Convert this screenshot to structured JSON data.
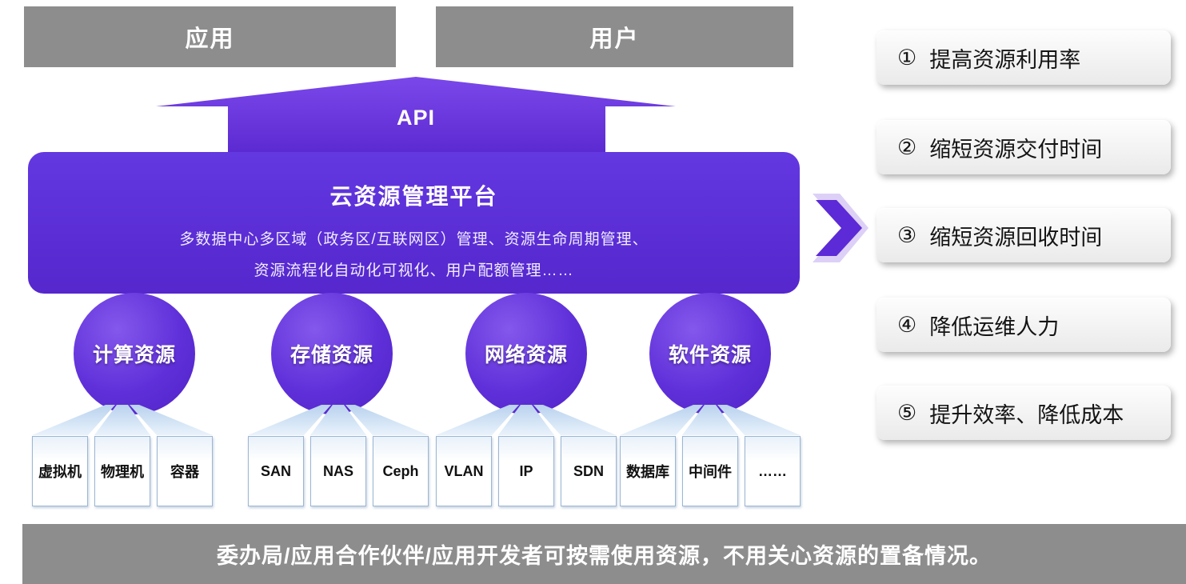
{
  "colors": {
    "purple": "#5b2bd5",
    "purple_light": "#7a4ae8",
    "gray": "#8d8d8d",
    "fan_blue": "#cfe0f2"
  },
  "top_boxes": [
    {
      "label": "应用"
    },
    {
      "label": "用户"
    }
  ],
  "api": {
    "label": "API"
  },
  "platform": {
    "title": "云资源管理平台",
    "desc_line1": "多数据中心多区域（政务区/互联网区）管理、资源生命周期管理、",
    "desc_line2": "资源流程化自动化可视化、用户配额管理……"
  },
  "resources": [
    {
      "name": "计算资源",
      "items": [
        "虚拟机",
        "物理机",
        "容器"
      ]
    },
    {
      "name": "存储资源",
      "items": [
        "SAN",
        "NAS",
        "Ceph"
      ]
    },
    {
      "name": "网络资源",
      "items": [
        "VLAN",
        "IP",
        "SDN"
      ]
    },
    {
      "name": "软件资源",
      "items": [
        "数据库",
        "中间件",
        "……"
      ]
    }
  ],
  "benefits": [
    {
      "num": "①",
      "text": "提高资源利用率"
    },
    {
      "num": "②",
      "text": "缩短资源交付时间"
    },
    {
      "num": "③",
      "text": "缩短资源回收时间"
    },
    {
      "num": "④",
      "text": "降低运维人力"
    },
    {
      "num": "⑤",
      "text": "提升效率、降低成本"
    }
  ],
  "footer": {
    "text": "委办局/应用合作伙伴/应用开发者可按需使用资源，不用关心资源的置备情况。"
  }
}
